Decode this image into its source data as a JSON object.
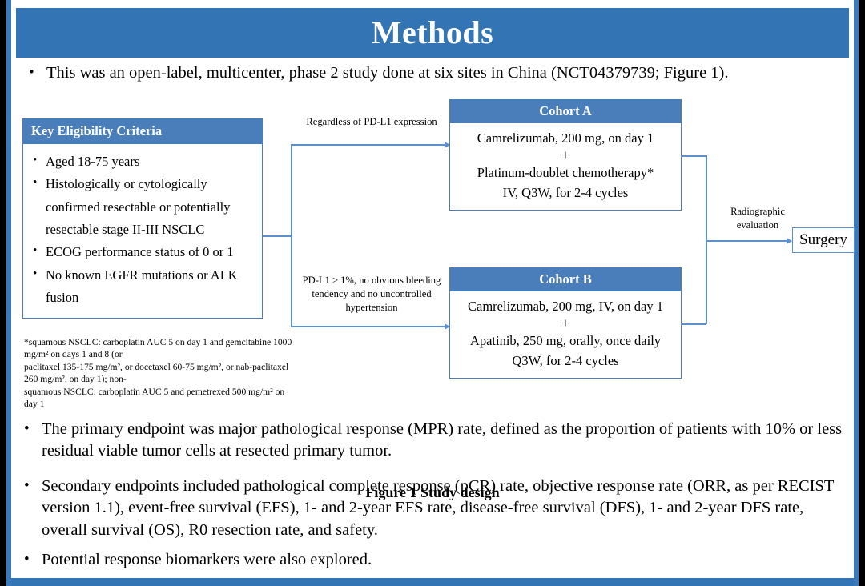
{
  "slide": {
    "title": "Methods",
    "accent_color": "#3274b4",
    "box_header_color": "#4a7ebb",
    "connector_color": "#5b8fd0",
    "bullet_glyph": "•"
  },
  "bullets": {
    "intro": "This was an open-label, multicenter, phase 2 study done at six sites in China (NCT04379739; Figure 1).",
    "primary_endpoint": "The primary endpoint was major pathological response (MPR) rate, defined as the proportion of patients with 10% or less residual viable tumor cells at resected primary tumor.",
    "secondary_endpoints": "Secondary endpoints included pathological complete response (pCR) rate, objective response rate (ORR, as per RECIST version 1.1), event-free survival (EFS), 1- and 2-year EFS rate, disease-free survival (DFS), 1- and 2-year DFS rate, overall survival (OS), R0 resection rate, and safety.",
    "biomarkers": "Potential response biomarkers were also explored."
  },
  "figure": {
    "caption": "Figure 1 Study design",
    "eligibility": {
      "header": "Key  Eligibility Criteria",
      "items": [
        "Aged 18-75 years",
        "Histologically or cytologically confirmed resectable or potentially resectable stage II-III  NSCLC",
        "ECOG performance status of 0 or 1",
        "No known EGFR mutations or ALK fusion"
      ]
    },
    "footnote_lines": [
      "*squamous NSCLC: carboplatin AUC 5 on day 1 and gemcitabine 1000 mg/m² on days 1 and 8 (or",
      "paclitaxel 135-175 mg/m², or docetaxel 60-75 mg/m², or nab-paclitaxel 260 mg/m², on day 1); non-",
      "squamous NSCLC: carboplatin AUC 5 and pemetrexed 500 mg/m² on day 1"
    ],
    "branch_labels": {
      "cohort_a": "Regardless of PD-L1 expression",
      "cohort_b": "PD-L1 ≥ 1%, no obvious bleeding tendency and no uncontrolled hypertension",
      "surgery": "Radiographic evaluation"
    },
    "cohort_a": {
      "header": "Cohort A",
      "line1": "Camrelizumab, 200 mg, on day 1",
      "plus": "+",
      "line2": "Platinum-doublet chemotherapy*",
      "line3": "IV, Q3W, for 2-4 cycles"
    },
    "cohort_b": {
      "header": "Cohort B",
      "line1": "Camrelizumab, 200 mg, IV, on day 1",
      "plus": "+",
      "line2": "Apatinib, 250 mg, orally, once daily",
      "line3": "Q3W, for 2-4 cycles"
    },
    "surgery": {
      "label": "Surgery"
    }
  }
}
